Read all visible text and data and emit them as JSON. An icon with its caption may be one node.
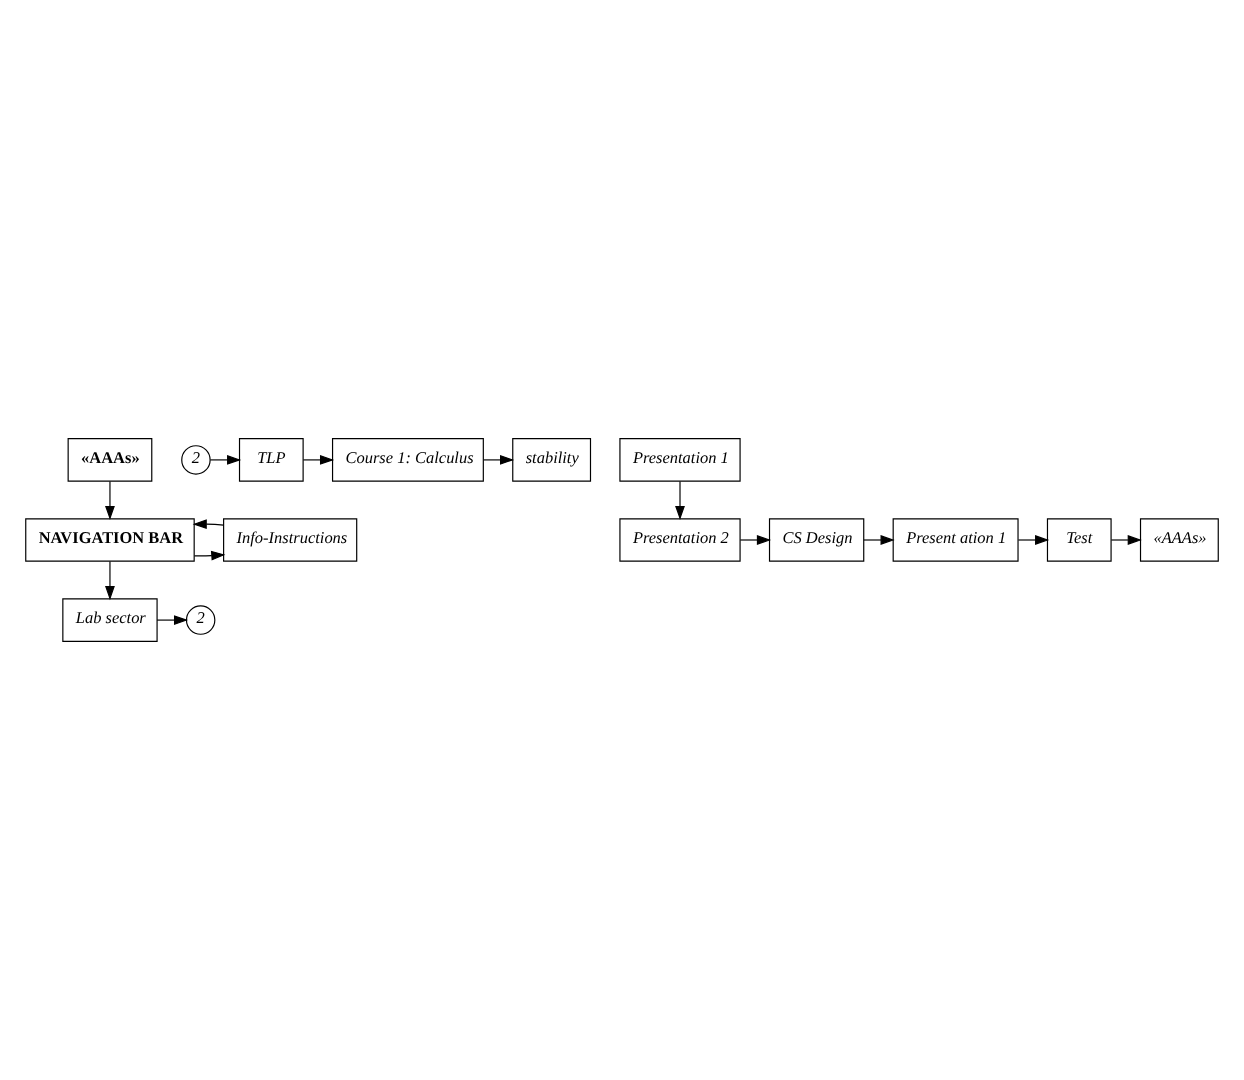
{
  "diagram": {
    "nodes": [
      {
        "text": [
          "«AAAs»"
        ]
      },
      {
        "text": [
          "NAVIGATION BAR"
        ]
      },
      {
        "text": [
          "Info-Instructions"
        ]
      },
      {
        "text": [
          "Lab sector"
        ]
      },
      {
        "text": [
          "2"
        ]
      },
      {
        "text": [
          "2"
        ]
      },
      {
        "text": [
          "TLP"
        ]
      },
      {
        "text": [
          "Course 1: Calculus"
        ]
      },
      {
        "text": [
          "stability"
        ]
      },
      {
        "text": [
          "Presentation 1"
        ]
      },
      {
        "text": [
          "Presentation 2"
        ]
      },
      {
        "text": [
          "CS Design"
        ]
      },
      {
        "text": [
          "Present ation 1"
        ]
      },
      {
        "text": [
          "Test"
        ]
      },
      {
        "text": [
          "«AAAs»"
        ]
      }
    ],
    "edges": [
      {
        "from": 0,
        "to": 1,
        "arrow": "to"
      },
      {
        "from": 1,
        "to": 2,
        "arrow": "to"
      },
      {
        "from": 2,
        "to": 1,
        "arrow": "to"
      },
      {
        "from": 1,
        "to": 3,
        "arrow": "to"
      },
      {
        "from": 3,
        "to": 4,
        "arrow": "to"
      },
      {
        "from": 5,
        "to": 6,
        "arrow": "to"
      },
      {
        "from": 6,
        "to": 7,
        "arrow": "to"
      },
      {
        "from": 7,
        "to": 8,
        "arrow": "to"
      },
      {
        "from": 9,
        "to": 10,
        "arrow": "to"
      },
      {
        "from": 10,
        "to": 11,
        "arrow": "to"
      },
      {
        "from": 11,
        "to": 12,
        "arrow": "to"
      },
      {
        "from": 12,
        "to": 13,
        "arrow": "to"
      },
      {
        "from": 13,
        "to": 14,
        "arrow": "to"
      }
    ]
  }
}
